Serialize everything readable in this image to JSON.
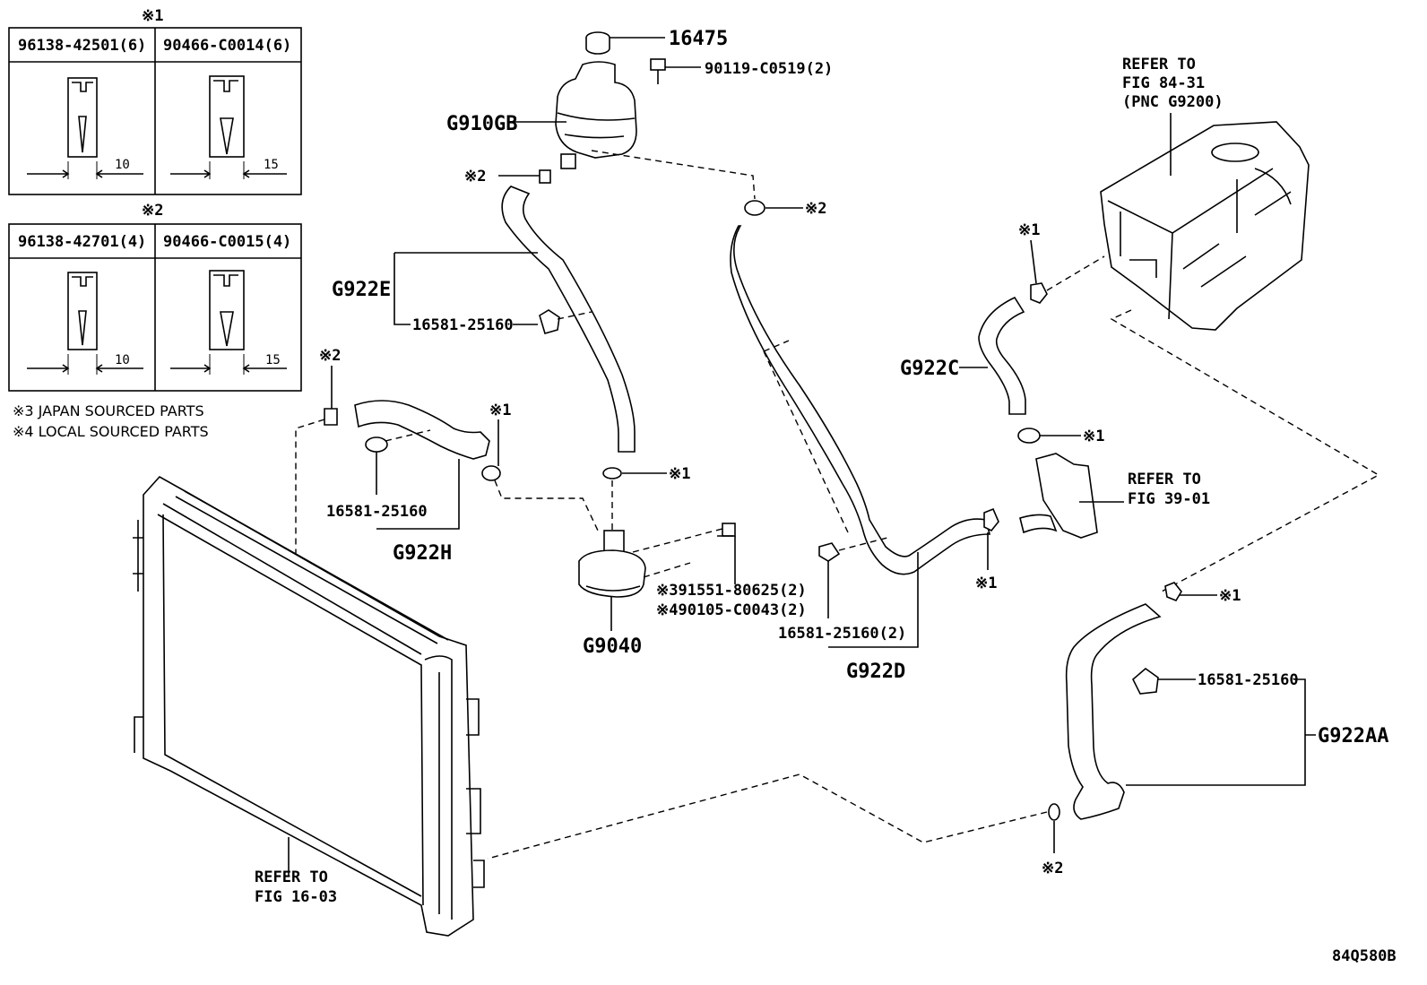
{
  "legend": {
    "clip_table_1": {
      "mark": "※1",
      "cells": [
        {
          "part": "96138-42501(6)",
          "dim": "10"
        },
        {
          "part": "90466-C0014(6)",
          "dim": "15"
        }
      ]
    },
    "clip_table_2": {
      "mark": "※2",
      "cells": [
        {
          "part": "96138-42701(4)",
          "dim": "10"
        },
        {
          "part": "90466-C0015(4)",
          "dim": "15"
        }
      ]
    },
    "notes": [
      "※3 JAPAN SOURCED PARTS",
      "※4 LOCAL SOURCED PARTS"
    ]
  },
  "callouts": {
    "cap": "16475",
    "bolt_tank": "90119-C0519(2)",
    "tank": "G910GB",
    "clip2_a": "※2",
    "clip2_b": "※2",
    "hose_e": "G922E",
    "clamp_e": "16581-25160",
    "clip2_c": "※2",
    "clip1_a": "※1",
    "clamp_h": "16581-25160",
    "hose_h": "G922H",
    "clip1_pump": "※1",
    "bolt_pump_1": "※391551-80625(2)",
    "bolt_pump_2": "※490105-C0043(2)",
    "pump": "G9040",
    "clamp_d": "16581-25160(2)",
    "hose_d": "G922D",
    "clip1_d": "※1",
    "clip1_c_top": "※1",
    "hose_c": "G922C",
    "clip1_c_bot": "※1",
    "refer_inverter": [
      "REFER TO",
      "FIG 84-31",
      "(PNC G9200)"
    ],
    "refer_39": [
      "REFER TO",
      "FIG 39-01"
    ],
    "clip1_aa": "※1",
    "clamp_aa": "16581-25160",
    "hose_aa": "G922AA",
    "clip2_aa": "※2",
    "refer_radiator": [
      "REFER TO",
      "FIG 16-03"
    ],
    "diagram_id": "84Q580B"
  }
}
